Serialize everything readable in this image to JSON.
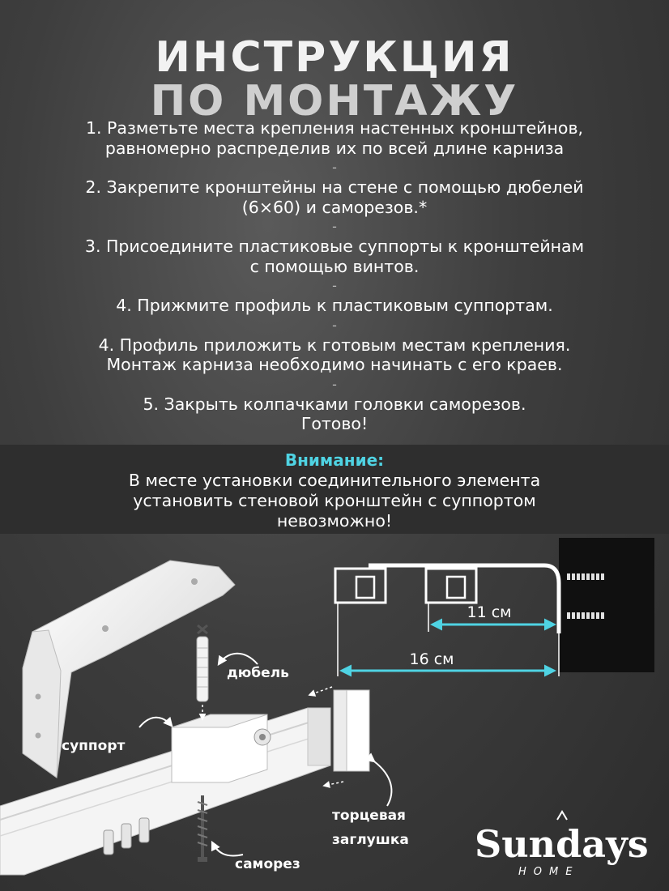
{
  "title": {
    "line1": "ИНСТРУКЦИЯ",
    "line2": "ПО МОНТАЖУ"
  },
  "steps": [
    {
      "line1": "1. Разметьте места крепления настенных кронштейнов,",
      "line2": "равномерно распределив их по всей длине карниза"
    },
    {
      "line1": "2. Закрепите кронштейны на стене с помощью дюбелей",
      "line2": "(6×60) и саморезов.*"
    },
    {
      "line1": "3. Присоедините пластиковые суппорты к кронштейнам",
      "line2": "с помощью винтов."
    },
    {
      "line1": "4. Прижмите профиль к пластиковым суппортам.",
      "line2": ""
    },
    {
      "line1": "4. Профиль приложить к готовым местам крепления.",
      "line2": "Монтаж карниза необходимо начинать с его краев."
    },
    {
      "line1": "5. Закрыть колпачками головки саморезов.",
      "line2": "Готово!"
    }
  ],
  "separator": "-",
  "warning": {
    "heading": "Внимание:",
    "line1": "В месте установки соединительного элемента",
    "line2": "установить стеновой кронштейн с суппортом",
    "line3": "невозможно!"
  },
  "diagram": {
    "labels": {
      "dowel": "дюбель",
      "support": "суппорт",
      "end_cap_1": "торцевая",
      "end_cap_2": "заглушка",
      "screw": "саморез"
    },
    "measure_small": "11 см",
    "measure_large": "16 см",
    "accent_color": "#4fd3e3"
  },
  "brand": {
    "name": "Sundays",
    "sub": "HOME"
  }
}
